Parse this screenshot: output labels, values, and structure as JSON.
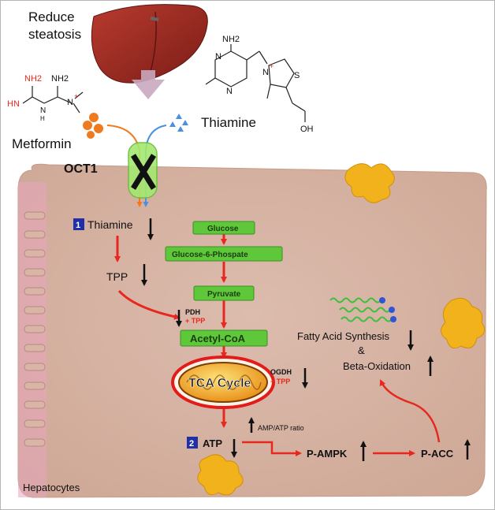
{
  "title": {
    "reduce": "Reduce",
    "steatosis": "steatosis"
  },
  "labels": {
    "metformin": "Metformin",
    "thiamine": "Thiamine",
    "oct1": "OCT1",
    "hepatocytes": "Hepatocytes",
    "step1_number": "1",
    "step1_thiamine": "Thiamine",
    "tpp": "TPP",
    "step2_number": "2",
    "atp": "ATP",
    "amp_atp_ratio": "AMP/ATP ratio",
    "p_ampk": "P-AMPK",
    "p_acc": "P-ACC",
    "fatty_acid_synthesis": "Fatty Acid Synthesis",
    "ampersand": "&",
    "beta_oxidation": "Beta-Oxidation"
  },
  "enzymes": {
    "pdh": "PDH",
    "pdh_cofactor": "+ TPP",
    "ogdh": "OGDH",
    "ogdh_cofactor": "+ TPP"
  },
  "pathway": {
    "glucose": "Glucose",
    "g6p": "Glucose-6-Phospate",
    "pyruvate": "Pyruvate",
    "acetyl_coa": "Acetyl-CoA",
    "tca": "TCA Cycle"
  },
  "structures": {
    "metformin_nh2_a": "NH2",
    "metformin_nh2_b": "NH2",
    "metformin_hn": "HN",
    "metformin_n": "N",
    "metformin_nplus": "N",
    "metformin_n_h": "H",
    "thiamine_nh2": "NH2",
    "thiamine_n1": "N",
    "thiamine_n2": "N",
    "thiamine_nplus": "N",
    "thiamine_s": "S",
    "thiamine_oh": "OH"
  },
  "colors": {
    "cell": "#d9b5a7",
    "cell_edge": "#e8a5bd",
    "red_arrow": "#e8271e",
    "oct1_channel": "#a4e870",
    "box_green": "#5fc73a",
    "number_badge": "#1f2fa8",
    "liver": "#9a2a22",
    "tca_orange": "#f0a21c",
    "mito_ring": "#e31b1b"
  },
  "icons": [
    "liver-icon",
    "metformin-molecule-icon",
    "thiamine-molecule-icon",
    "fatty-acid-chain-icon",
    "oct1-blocked-icon"
  ]
}
